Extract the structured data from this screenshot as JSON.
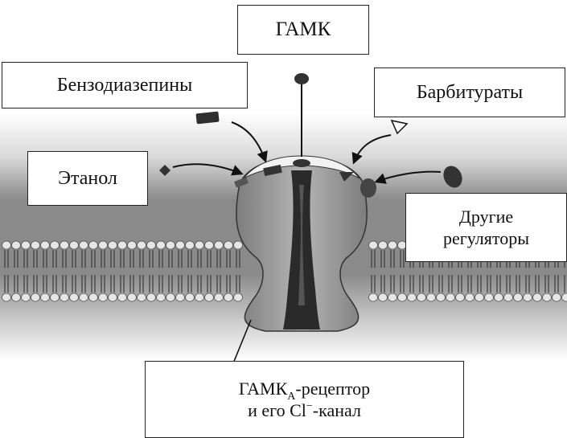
{
  "labels": {
    "gaba": "ГАМК",
    "benzodiazepines": "Бензодиазепины",
    "barbiturates": "Барбитураты",
    "ethanol": "Этанол",
    "other_line1": "Другие",
    "other_line2": "регуляторы",
    "receptor_line1_main": "ГАМК",
    "receptor_line1_sub": "А",
    "receptor_line1_rest": "-рецептор",
    "receptor_line2_pre": "и его Cl",
    "receptor_line2_sup": "−",
    "receptor_line2_post": "-канал"
  },
  "colors": {
    "membrane_bg": "#8f8f8f",
    "membrane_dark": "#6f6f6f",
    "receptor_fill": "#9b9b9b",
    "channel_dark": "#2a2a2a",
    "lipid_head": "#e6e6e6"
  }
}
